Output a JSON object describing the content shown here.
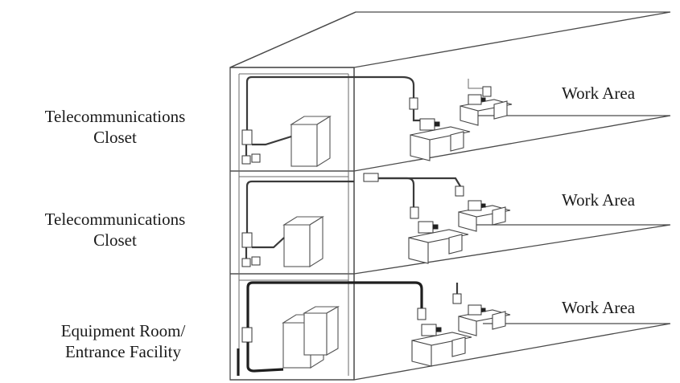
{
  "labels": {
    "floor3_closet": [
      "Telecommunications",
      "Closet"
    ],
    "floor2_closet": [
      "Telecommunications",
      "Closet"
    ],
    "floor1_room": [
      "Equipment Room/",
      "Entrance Facility"
    ],
    "floor3_work_area": "Work Area",
    "floor2_work_area": "Work Area",
    "floor1_work_area": "Work Area"
  },
  "colors": {
    "line": "#4a4a4a",
    "cable": "#2a2a2a",
    "text": "#1a1a1a",
    "background": "#ffffff"
  }
}
